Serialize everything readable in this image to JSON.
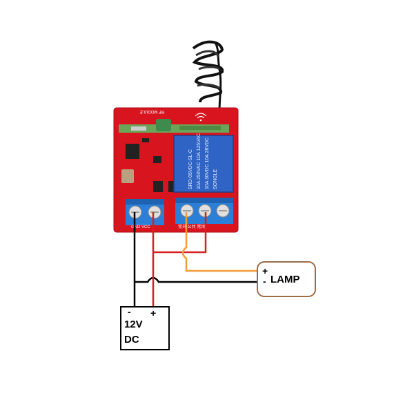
{
  "colors": {
    "pcb": "#d8141e",
    "relay": "#2f63c4",
    "terminal": "#2b7fd6",
    "receiver": "#6aa55a",
    "wire_black": "#000000",
    "wire_red": "#d61f1f",
    "wire_orange": "#f39c3c",
    "lamp_border": "#9c6a46"
  },
  "icons": [
    "antenna-coil-icon",
    "wifi-signal-icon",
    "relay-icon",
    "screw-terminal-icon"
  ],
  "module": {
    "top_label": "RF MODULE",
    "relay_lines": [
      "SRD-05VDC-SL-C",
      "10A 250VAC 10A 125VAC",
      "10A 30VDC 10A 28VDC",
      "SONGLE"
    ],
    "power_terminal_label": "GND VCC",
    "relay_terminal_label": "常开 公共 常闭"
  },
  "lamp": {
    "plus": "+",
    "minus": "-",
    "label": "LAMP"
  },
  "supply": {
    "minus": "-",
    "plus": "+",
    "line1": "12V",
    "line2": "DC"
  }
}
